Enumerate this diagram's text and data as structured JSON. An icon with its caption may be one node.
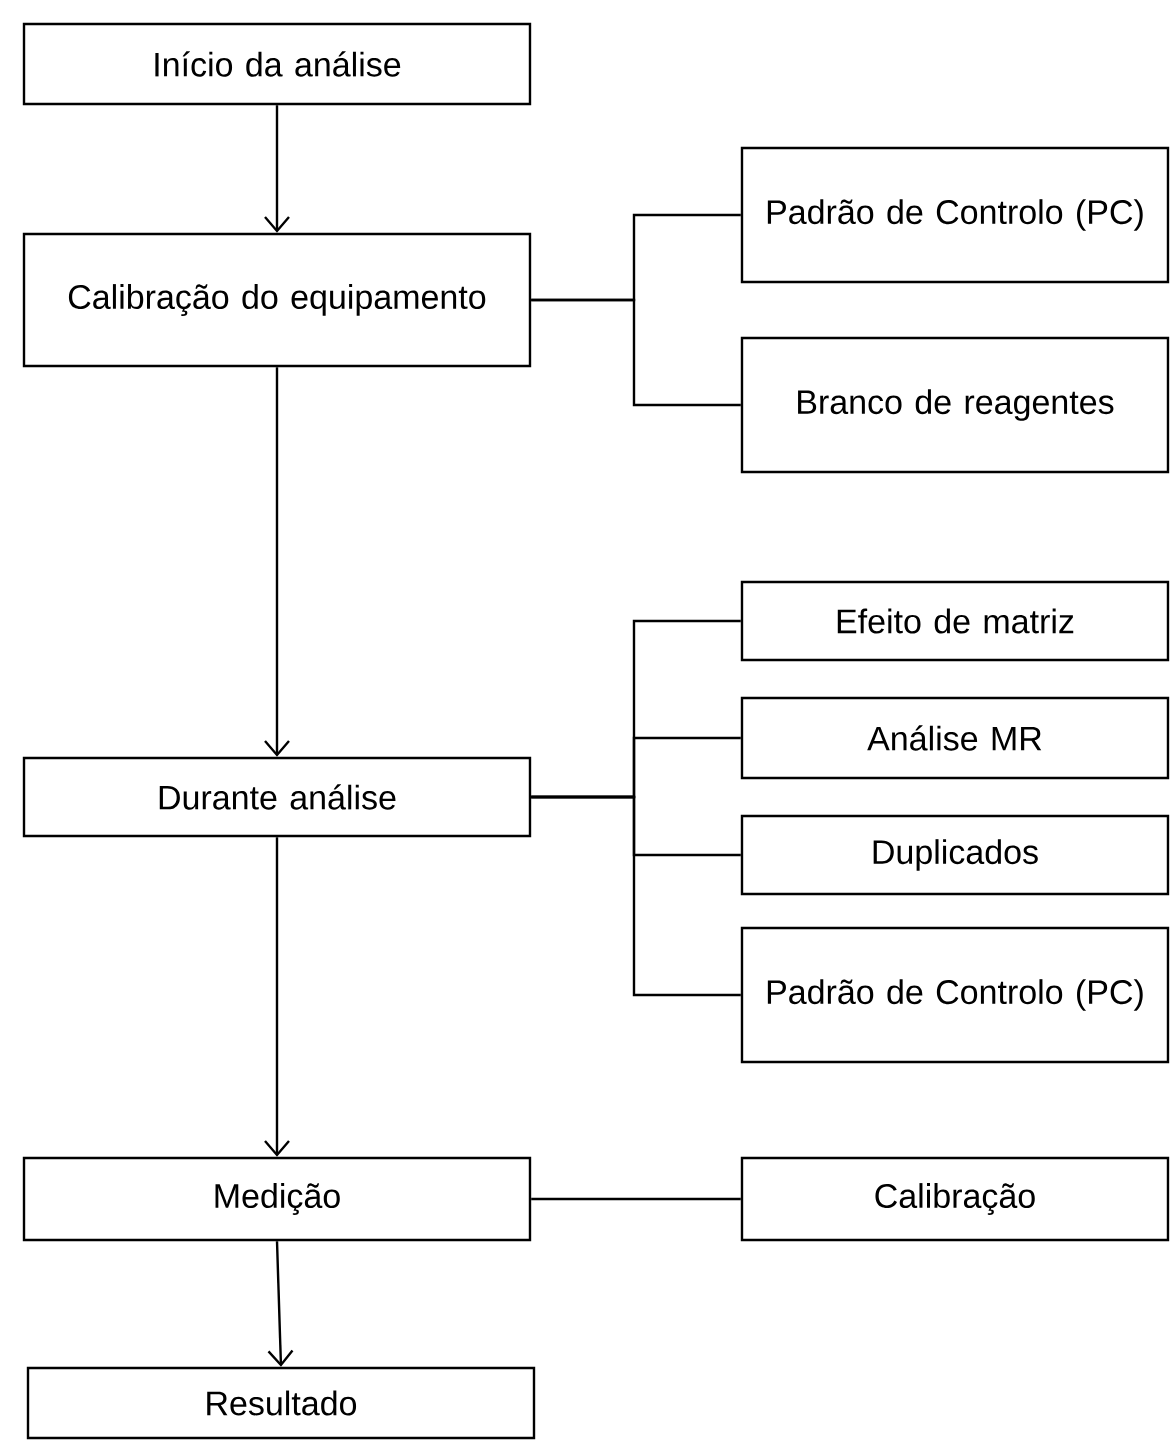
{
  "diagram": {
    "nodes": [
      {
        "text": [
          "Início da análise"
        ]
      },
      {
        "text": [
          "Calibração do equipamento"
        ]
      },
      {
        "text": [
          "Padrão de Controlo (PC)"
        ]
      },
      {
        "text": [
          "Branco de reagentes"
        ]
      },
      {
        "text": [
          "Durante análise"
        ]
      },
      {
        "text": [
          "Efeito de matriz"
        ]
      },
      {
        "text": [
          "Análise MR"
        ]
      },
      {
        "text": [
          "Duplicados"
        ]
      },
      {
        "text": [
          "Padrão de Controlo (PC)"
        ]
      },
      {
        "text": [
          "Medição"
        ]
      },
      {
        "text": [
          "Calibração"
        ]
      },
      {
        "text": [
          "Resultado"
        ]
      }
    ],
    "edges": [
      {
        "from": 0,
        "to": 1,
        "arrow": "to"
      },
      {
        "from": 1,
        "to": 2,
        "arrow": "none"
      },
      {
        "from": 1,
        "to": 3,
        "arrow": "none"
      },
      {
        "from": 1,
        "to": 4,
        "arrow": "to"
      },
      {
        "from": 4,
        "to": 5,
        "arrow": "none"
      },
      {
        "from": 4,
        "to": 6,
        "arrow": "none"
      },
      {
        "from": 4,
        "to": 7,
        "arrow": "none"
      },
      {
        "from": 4,
        "to": 8,
        "arrow": "none"
      },
      {
        "from": 4,
        "to": 9,
        "arrow": "to"
      },
      {
        "from": 9,
        "to": 10,
        "arrow": "none"
      },
      {
        "from": 9,
        "to": 11,
        "arrow": "to"
      }
    ]
  }
}
